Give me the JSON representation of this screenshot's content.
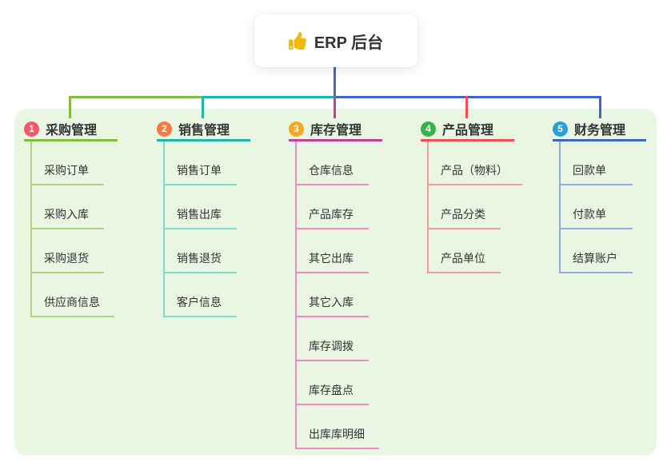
{
  "root": {
    "title": "ERP 后台",
    "icon": "thumbs-up-icon",
    "icon_color": "#f2b90d",
    "connector_color": "#4a63c8",
    "card_background": "#ffffff"
  },
  "panel_color": "#e9f6e2",
  "branches": [
    {
      "badge": "1",
      "title": "采购管理",
      "colors": {
        "badge": "#f4566d",
        "main": "#85bb41",
        "light": "#abd47f"
      },
      "children": [
        "采购订单",
        "采购入库",
        "采购退货",
        "供应商信息"
      ]
    },
    {
      "badge": "2",
      "title": "销售管理",
      "colors": {
        "badge": "#f67a44",
        "main": "#1cb8a8",
        "light": "#82d8cd"
      },
      "children": [
        "销售订单",
        "销售出库",
        "销售退货",
        "客户信息"
      ]
    },
    {
      "badge": "3",
      "title": "库存管理",
      "colors": {
        "badge": "#f7a724",
        "main": "#cb3d92",
        "light": "#f08ac0"
      },
      "children": [
        "仓库信息",
        "产品库存",
        "其它出库",
        "其它入库",
        "库存调拨",
        "库存盘点",
        "出库库明细"
      ]
    },
    {
      "badge": "4",
      "title": "产品管理",
      "colors": {
        "badge": "#36b34c",
        "main": "#f14e57",
        "light": "#f59b9b"
      },
      "children": [
        "产品（物料）",
        "产品分类",
        "产品单位"
      ]
    },
    {
      "badge": "5",
      "title": "财务管理",
      "colors": {
        "badge": "#2aa0d8",
        "main": "#3e66c9",
        "light": "#92a9e6"
      },
      "children": [
        "回款单",
        "付款单",
        "结算账户"
      ]
    }
  ]
}
